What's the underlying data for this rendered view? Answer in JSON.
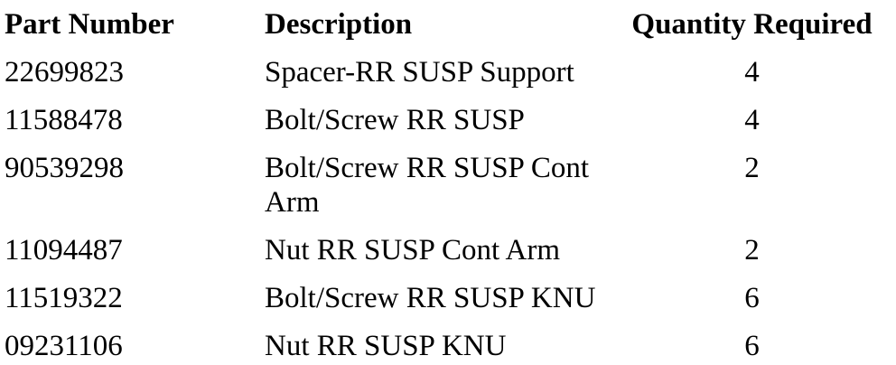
{
  "page": {
    "background_color": "#ffffff",
    "text_color": "#000000"
  },
  "table": {
    "headers": {
      "part_number": "Part Number",
      "description": "Description",
      "quantity_required": "Quantity Required"
    },
    "rows": [
      {
        "part_number": "22699823",
        "description": "Spacer-RR SUSP Support",
        "quantity": "4"
      },
      {
        "part_number": "11588478",
        "description": "Bolt/Screw RR SUSP",
        "quantity": "4"
      },
      {
        "part_number": "90539298",
        "description": "Bolt/Screw RR SUSP Cont Arm",
        "quantity": "2"
      },
      {
        "part_number": "11094487",
        "description": "Nut RR SUSP Cont Arm",
        "quantity": "2"
      },
      {
        "part_number": "11519322",
        "description": "Bolt/Screw RR SUSP KNU",
        "quantity": "6"
      },
      {
        "part_number": "09231106",
        "description": "Nut RR SUSP KNU",
        "quantity": "6"
      }
    ]
  }
}
